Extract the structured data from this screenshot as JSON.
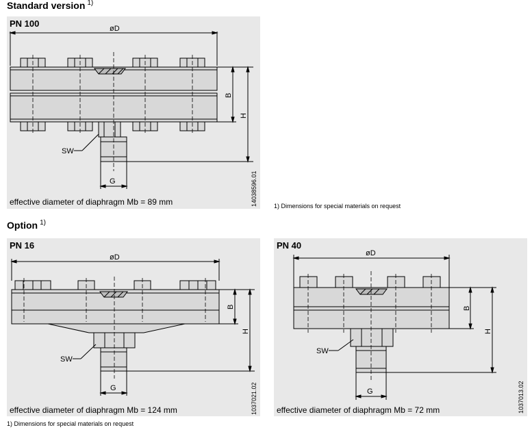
{
  "standard": {
    "heading": "Standard version",
    "heading_note": "1)",
    "pn100": {
      "title": "PN 100",
      "effective": "effective diameter of diaphragm Mb = 89 mm",
      "ref": "14038596.01",
      "dims": {
        "D": "øD",
        "B": "B",
        "H": "H",
        "SW": "SW",
        "G": "G"
      }
    },
    "footnote": "1) Dimensions for special materials on request"
  },
  "option": {
    "heading": "Option",
    "heading_note": "1)",
    "pn16": {
      "title": "PN 16",
      "effective": "effective diameter of diaphragm Mb = 124 mm",
      "ref": "1037021.02",
      "dims": {
        "D": "øD",
        "B": "B",
        "H": "H",
        "SW": "SW",
        "G": "G"
      }
    },
    "pn40": {
      "title": "PN 40",
      "effective": "effective diameter of diaphragm Mb = 72 mm",
      "ref": "1037013.02",
      "dims": {
        "D": "øD",
        "B": "B",
        "H": "H",
        "SW": "SW",
        "G": "G"
      }
    },
    "footnote": "1) Dimensions for special materials on request"
  }
}
